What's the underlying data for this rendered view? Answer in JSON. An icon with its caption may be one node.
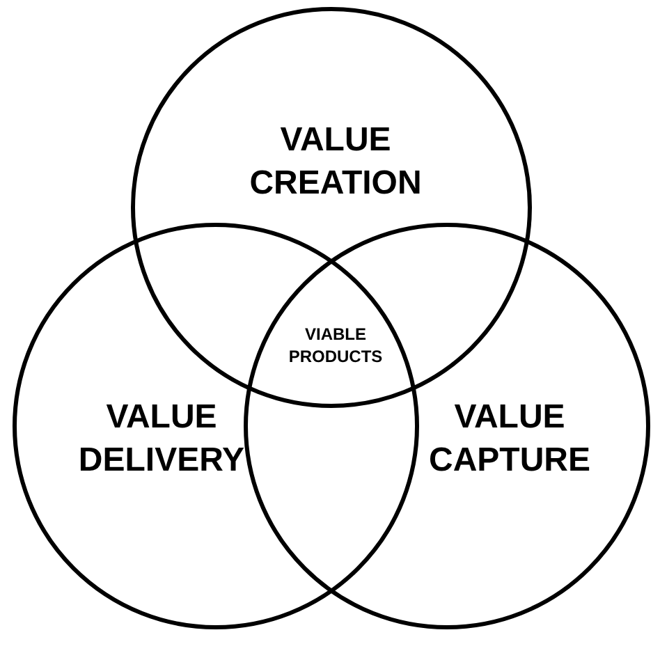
{
  "diagram": {
    "nodes": [
      {
        "text": [
          "VALUE CREATION"
        ]
      },
      {
        "text": [
          "VALUE DELIVERY"
        ]
      },
      {
        "text": [
          "VALUE CAPTURE"
        ]
      }
    ],
    "labels": [
      "VIABLE PRODUCTS"
    ]
  }
}
